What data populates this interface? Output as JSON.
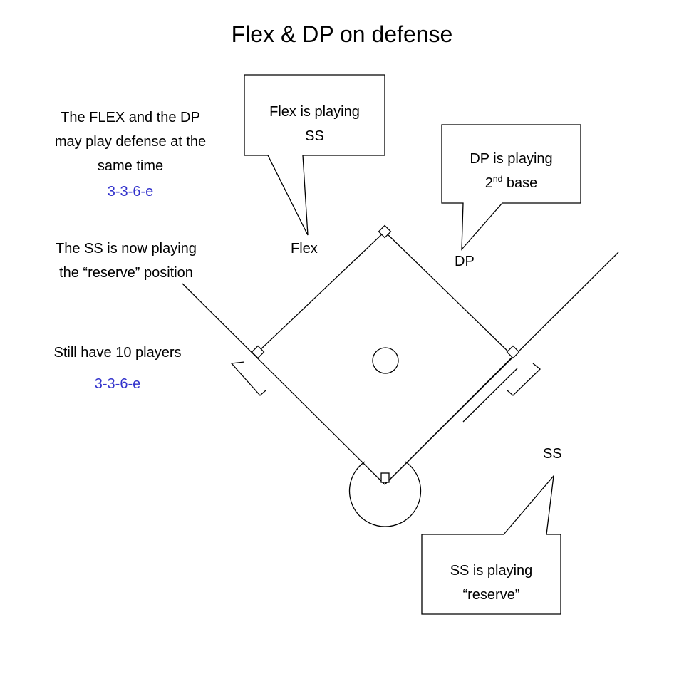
{
  "title": "Flex & DP on defense",
  "notes": {
    "defense_together": [
      "The FLEX and the DP",
      "may play defense at the",
      "same time"
    ],
    "rule_ref_1": "3-3-6-e",
    "ss_reserve": [
      "The SS is now playing",
      "the “reserve” position"
    ],
    "still_ten": "Still have 10 players",
    "rule_ref_2": "3-3-6-e"
  },
  "player_labels": {
    "flex": "Flex",
    "dp": "DP",
    "ss": "SS"
  },
  "callouts": {
    "flex_ss": [
      "Flex is playing",
      "SS"
    ],
    "dp_second": {
      "line1": "DP is playing",
      "ordinal_num": "2",
      "ordinal_sup": "nd",
      "rest": " base"
    },
    "ss_reserve": [
      "SS is playing",
      "“reserve”"
    ]
  },
  "colors": {
    "ink": "#000000",
    "rule_ref": "#3333cc"
  }
}
